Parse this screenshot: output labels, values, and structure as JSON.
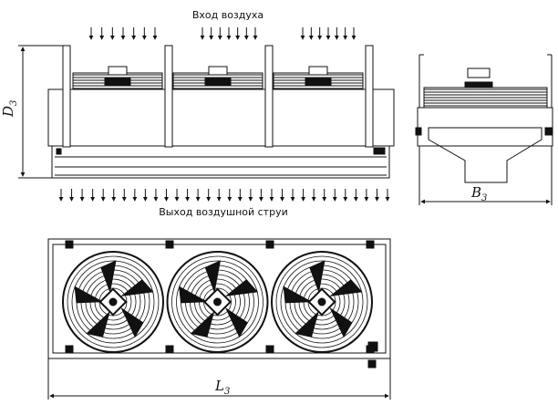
{
  "labels": {
    "air_inlet": "Вход воздуха",
    "air_outlet": "Выход воздушной струи"
  },
  "dimensions": {
    "depth": {
      "letter": "D",
      "sub": "3"
    },
    "width": {
      "letter": "B",
      "sub": "3"
    },
    "length": {
      "letter": "L",
      "sub": "3"
    }
  },
  "fan_count": 3,
  "colors": {
    "line": "#111111",
    "background": "#ffffff"
  }
}
